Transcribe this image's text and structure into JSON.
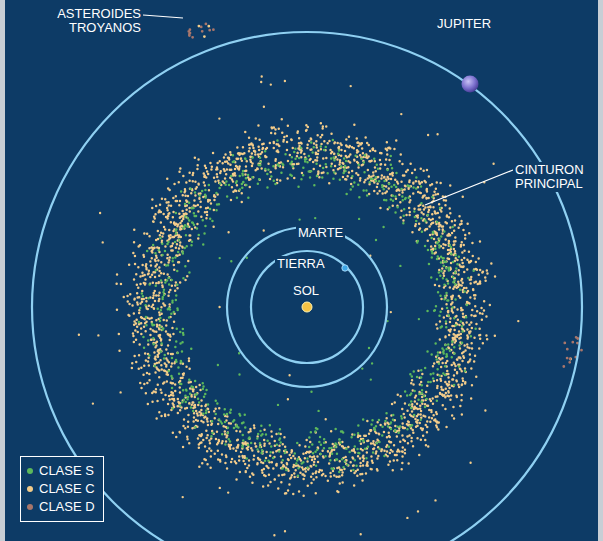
{
  "diagram": {
    "labels": [
      "ASTEROIDES TROYANOS",
      "JUPITER",
      "CINTURON PRINCIPAL",
      "MARTE",
      "TIERRA",
      "SOL"
    ],
    "legend": [
      {
        "text": "CLASE S",
        "color": "#5cb85c"
      },
      {
        "text": "CLASE C",
        "color": "#f3cc8a"
      },
      {
        "text": "CLASE D",
        "color": "#a8766b"
      }
    ]
  }
}
